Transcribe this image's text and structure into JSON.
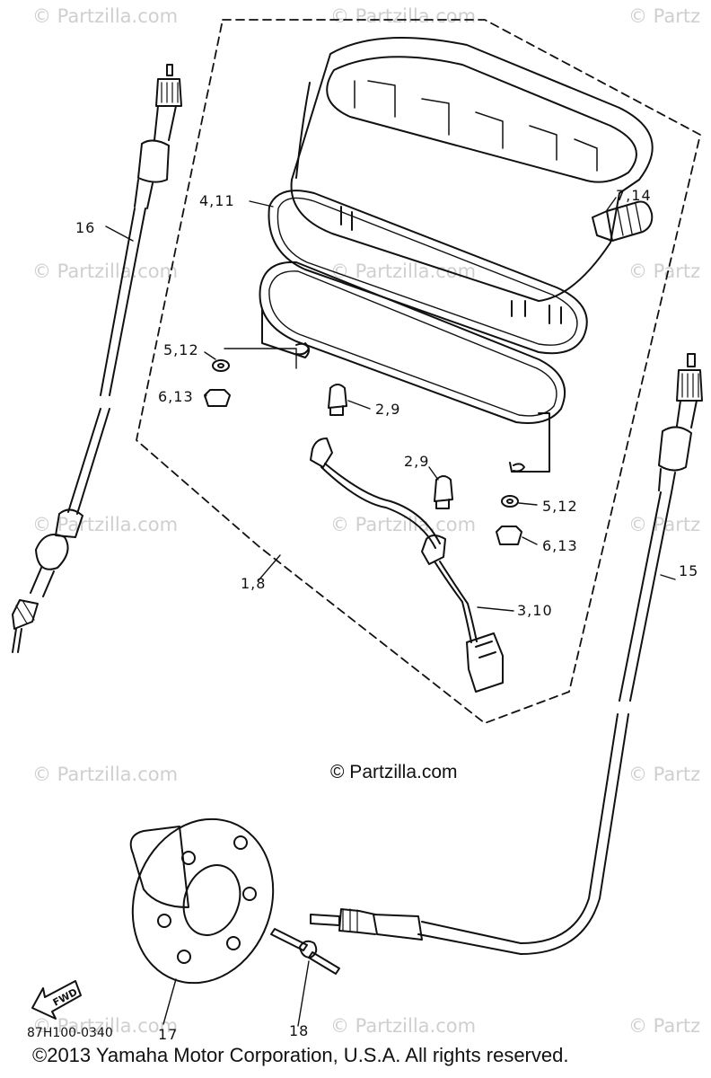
{
  "watermark": "© Partzilla.com",
  "watermark_partial": "© Partz",
  "center_watermark": "© Partzilla.com",
  "diagram_code": "87H100-0340",
  "copyright": "©2013  Yamaha Motor Corporation, U.S.A. All rights reserved.",
  "callouts": {
    "c_1_8": "1,8",
    "c_2_9_a": "2,9",
    "c_2_9_b": "2,9",
    "c_3_10": "3,10",
    "c_4_11": "4,11",
    "c_5_12_a": "5,12",
    "c_5_12_b": "5,12",
    "c_6_13_a": "6,13",
    "c_6_13_b": "6,13",
    "c_7_14": "7,14",
    "c_15": "15",
    "c_16": "16",
    "c_17": "17",
    "c_18": "18"
  },
  "fwd_label": "FWD"
}
